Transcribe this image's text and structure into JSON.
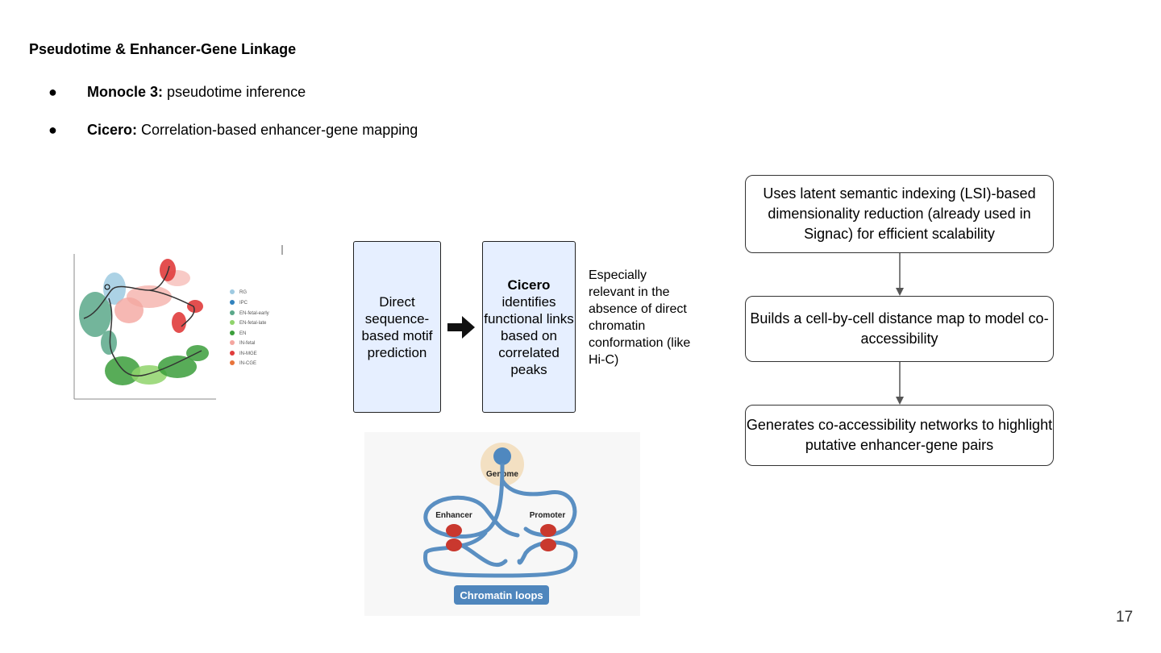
{
  "slide": {
    "title": "Pseudotime & Enhancer-Gene Linkage",
    "bullets": [
      {
        "bold": "Monocle 3:",
        "text": " pseudotime inference"
      },
      {
        "bold": "Cicero:",
        "text": " Correlation-based enhancer-gene mapping"
      }
    ],
    "bullet_symbol": "●",
    "page_number": "17"
  },
  "umap_plot": {
    "legend": [
      {
        "label": "RG",
        "color": "#9ecae1"
      },
      {
        "label": "IPC",
        "color": "#3182bd"
      },
      {
        "label": "EN-fetal-early",
        "color": "#5aa88a"
      },
      {
        "label": "EN-fetal-late",
        "color": "#8fd36b"
      },
      {
        "label": "EN",
        "color": "#3b9e3b"
      },
      {
        "label": "IN-fetal",
        "color": "#f4a6a0"
      },
      {
        "label": "IN-MGE",
        "color": "#e03c3c"
      },
      {
        "label": "IN-CGE",
        "color": "#e8743b"
      }
    ]
  },
  "comparison": {
    "left_box": "Direct sequence-based motif prediction",
    "right_box_title": "Cicero",
    "right_box_text": "identifies functional links based on correlated peaks",
    "note": "Especially relevant in the absence of direct chromatin conformation (like Hi-C)"
  },
  "flowchart": {
    "steps": [
      "Uses latent semantic indexing (LSI)-based dimensionality reduction (already used in Signac) for efficient scalability",
      "Builds a cell-by-cell distance map to model co-accessibility",
      "Generates co-accessibility networks to highlight putative enhancer-gene pairs"
    ]
  },
  "loop_diagram": {
    "genome_label": "Genome",
    "enhancer_label": "Enhancer",
    "promoter_label": "Promoter",
    "caption": "Chromatin loops"
  }
}
